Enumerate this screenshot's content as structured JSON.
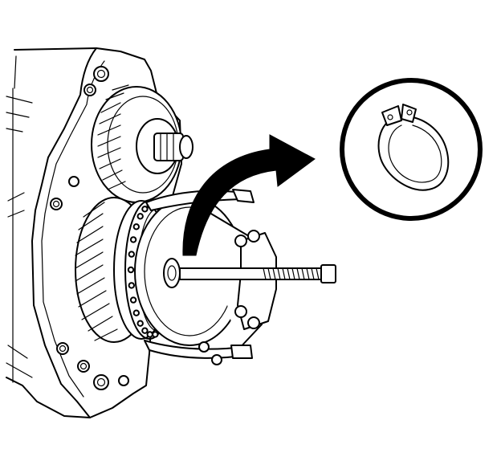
{
  "figure": {
    "kind": "service-manual-illustration",
    "palette": {
      "ink": "#000000",
      "paper": "#ffffff"
    },
    "components": [
      {
        "id": "transfer-case-housing",
        "icon": "housing-outline"
      },
      {
        "id": "upper-helical-gear",
        "icon": "helical-gear"
      },
      {
        "id": "output-shaft-stub",
        "icon": "splined-shaft"
      },
      {
        "id": "lower-helical-gear",
        "icon": "helical-gear"
      },
      {
        "id": "bearing-race",
        "icon": "bearing"
      },
      {
        "id": "three-jaw-puller",
        "icon": "gear-puller"
      },
      {
        "id": "puller-forcing-screw",
        "icon": "threaded-rod"
      },
      {
        "id": "detail-arrow",
        "icon": "curved-arrow"
      },
      {
        "id": "snap-ring-callout",
        "icon": "snap-ring"
      }
    ]
  }
}
